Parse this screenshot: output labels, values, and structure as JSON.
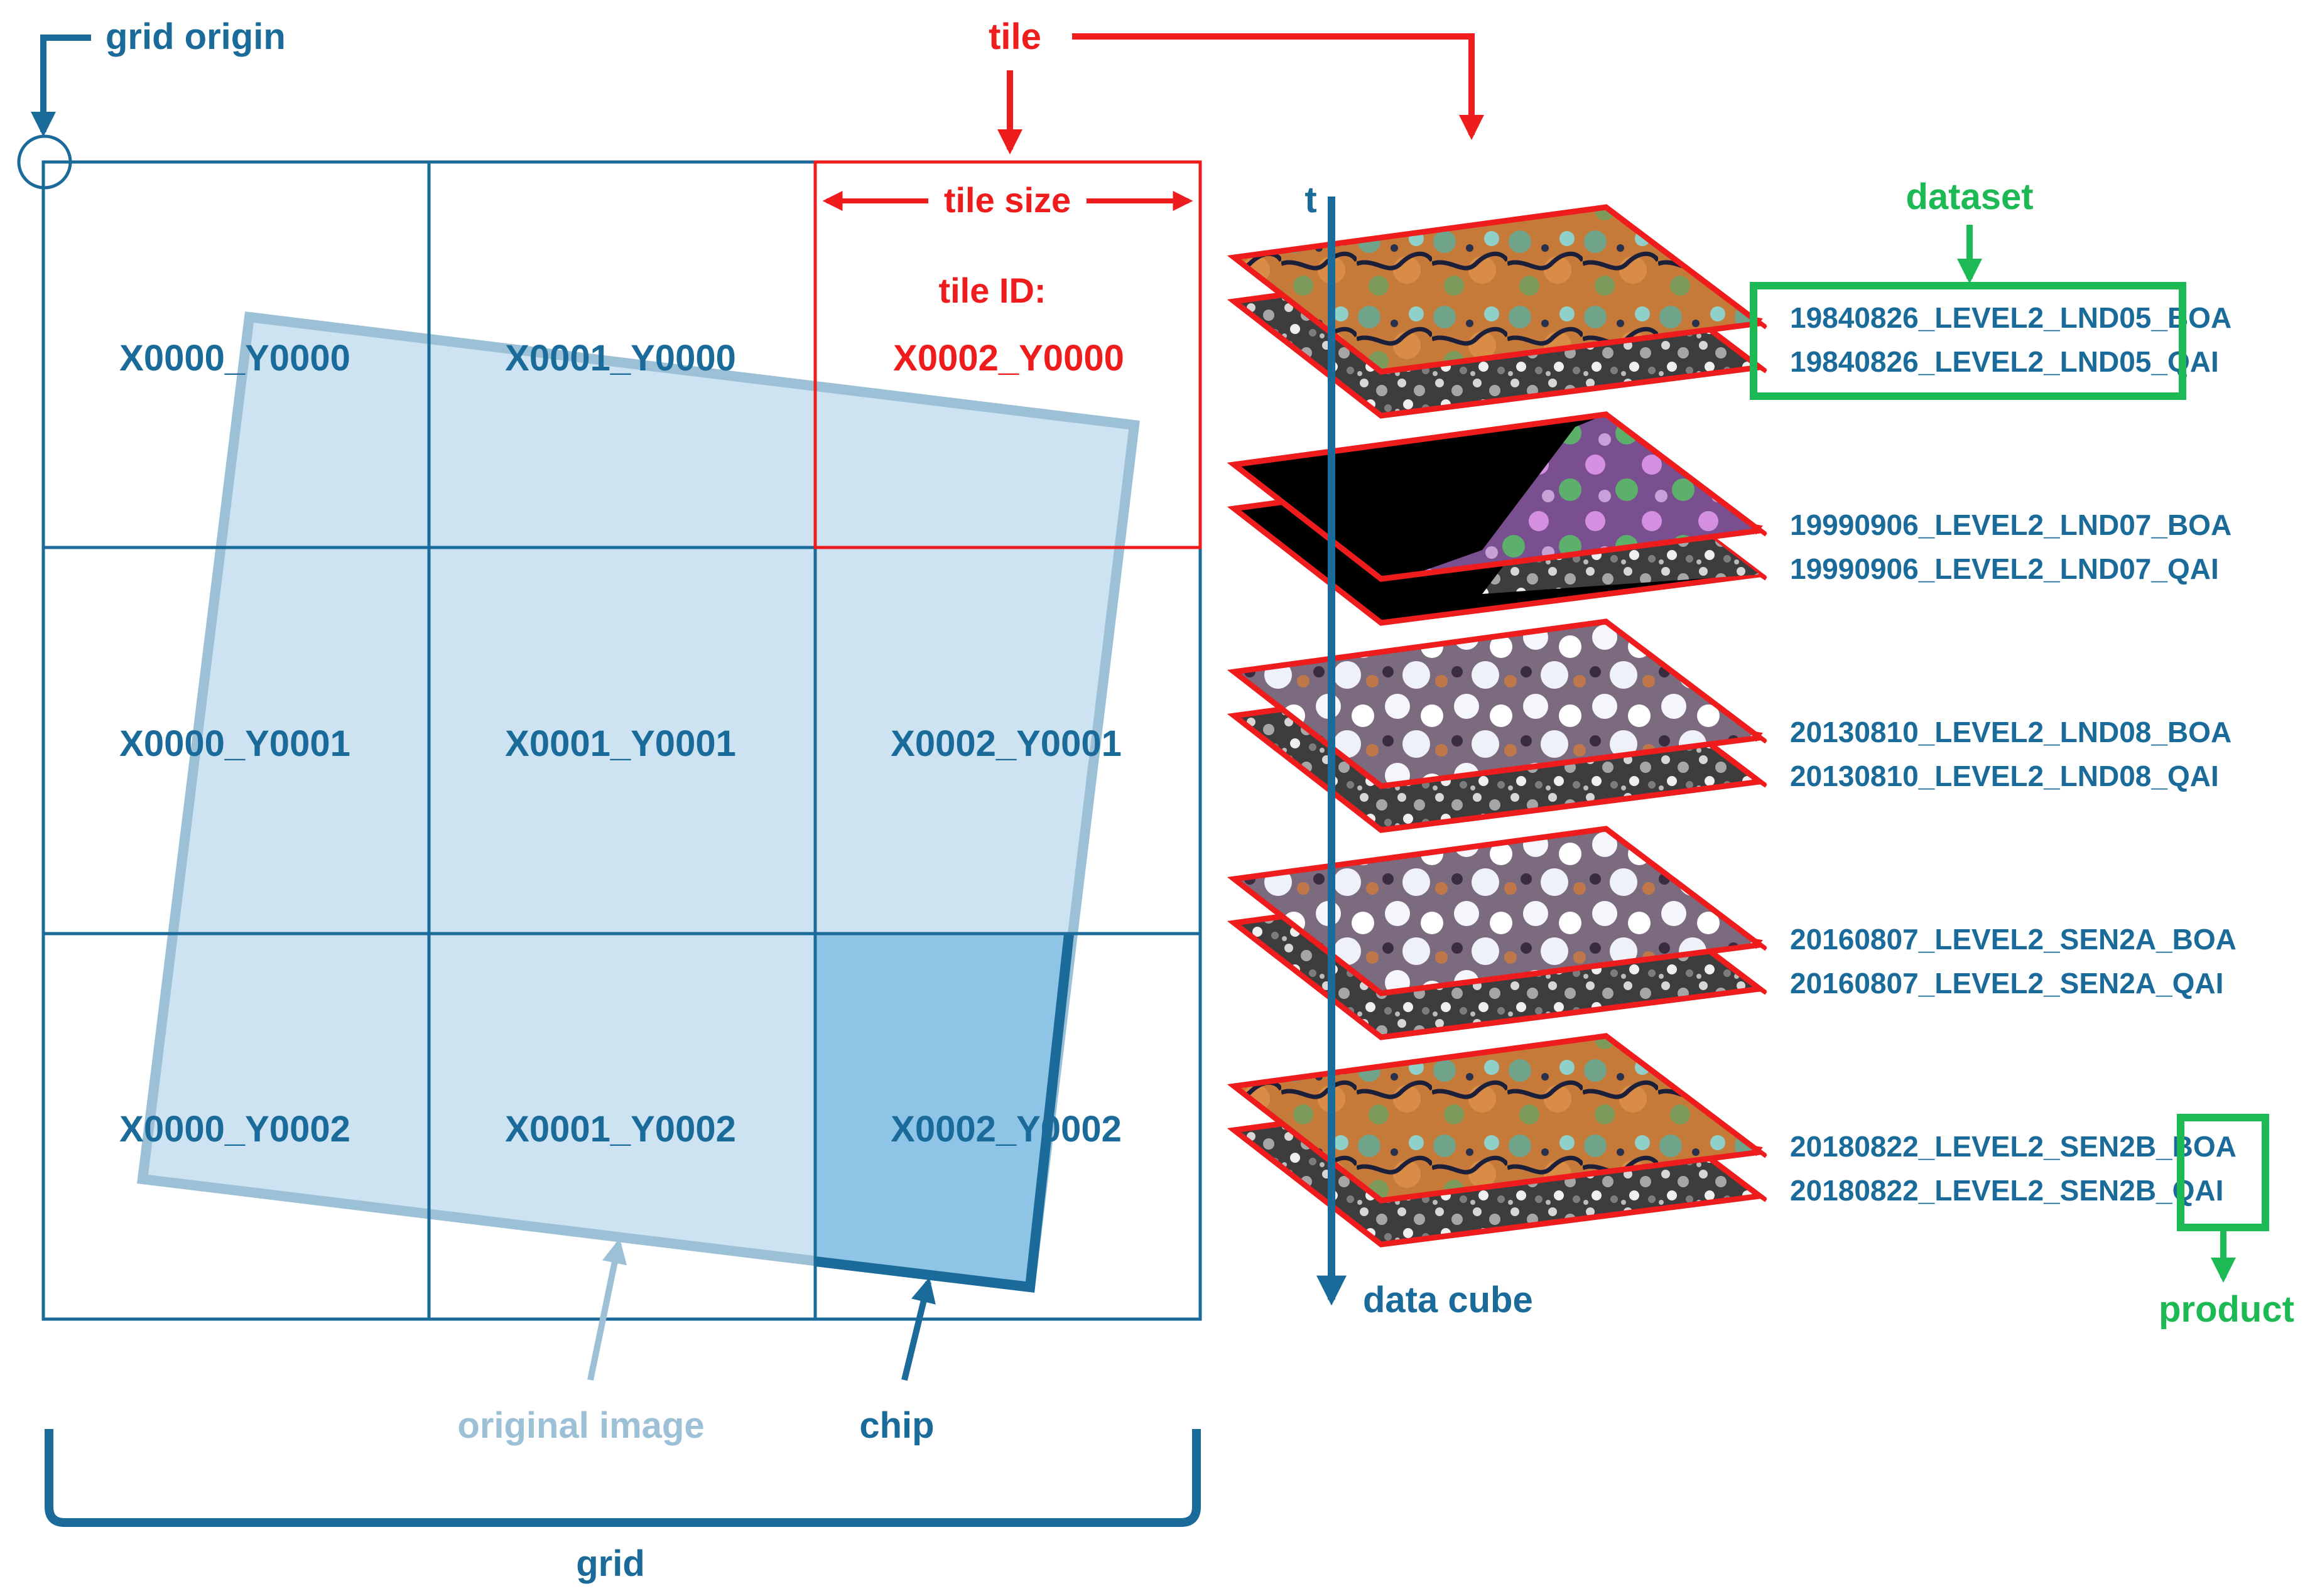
{
  "grid": {
    "origin_label": "grid origin",
    "grid_label": "grid",
    "tile_ids": [
      [
        "X0000_Y0000",
        "X0001_Y0000",
        "X0002_Y0000"
      ],
      [
        "X0000_Y0001",
        "X0001_Y0001",
        "X0002_Y0001"
      ],
      [
        "X0000_Y0002",
        "X0001_Y0002",
        "X0002_Y0002"
      ]
    ],
    "original_image_label": "original image",
    "chip_label": "chip"
  },
  "tile": {
    "label": "tile",
    "size_label": "tile size",
    "id_label": "tile ID:",
    "id_value": "X0002_Y0000"
  },
  "cube": {
    "axis_label": "t",
    "cube_label": "data cube",
    "dataset_label": "dataset",
    "product_label": "product",
    "layers": [
      {
        "boa": "19840826_LEVEL2_LND05_BOA",
        "qai": "19840826_LEVEL2_LND05_QAI",
        "style": "landscape"
      },
      {
        "boa": "19990906_LEVEL2_LND07_BOA",
        "qai": "19990906_LEVEL2_LND07_QAI",
        "style": "black"
      },
      {
        "boa": "20130810_LEVEL2_LND08_BOA",
        "qai": "20130810_LEVEL2_LND08_QAI",
        "style": "clouds"
      },
      {
        "boa": "20160807_LEVEL2_SEN2A_BOA",
        "qai": "20160807_LEVEL2_SEN2A_QAI",
        "style": "clouds"
      },
      {
        "boa": "20180822_LEVEL2_SEN2B_BOA",
        "qai": "20180822_LEVEL2_SEN2B_QAI",
        "style": "landscape"
      }
    ]
  },
  "colors": {
    "grid_blue": "#1a6b9a",
    "image_fill": "#cde3f2",
    "image_outline": "#9cc0d6",
    "chip_fill": "#8ec4e6",
    "tile_red": "#ee1c1c",
    "dataset_green": "#1db954"
  }
}
